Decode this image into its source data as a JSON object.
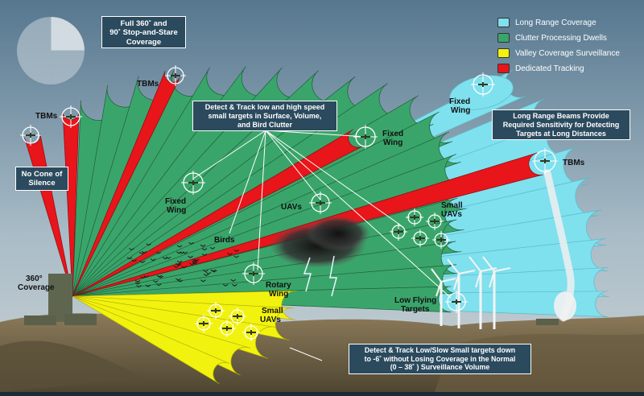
{
  "colors": {
    "long_range": "#7fe0ee",
    "clutter": "#3aa56a",
    "valley": "#f2f20f",
    "tracking": "#e8151b",
    "sky_top": "#6d8fa8",
    "sky_bottom": "#b9c7cf",
    "ground": "#7a6a4e",
    "box_bg": "#2b4a5e"
  },
  "legend": {
    "items": [
      {
        "label": "Long Range Coverage",
        "color": "#7fe0ee",
        "icon": "legend-swatch"
      },
      {
        "label": "Clutter Processing Dwells",
        "color": "#3aa56a",
        "icon": "legend-swatch"
      },
      {
        "label": "Valley Coverage Surveillance",
        "color": "#f2f20f",
        "icon": "legend-swatch"
      },
      {
        "label": "Dedicated Tracking",
        "color": "#e8151b",
        "icon": "legend-swatch"
      }
    ]
  },
  "boxes": {
    "coverage": [
      "Full 360˚ and",
      "90˚ Stop-and-Stare",
      "Coverage"
    ],
    "no_cone": [
      "No Cone of",
      "Silence"
    ],
    "detect_track": [
      "Detect & Track low and high speed",
      "small targets in Surface, Volume,",
      "and Bird Clutter"
    ],
    "long_range": [
      "Long Range Beams Provide",
      "Required Sensitivity for Detecting",
      "Targets at Long  Distances"
    ],
    "low_slow": [
      "Detect  & Track Low/Slow Small targets down",
      "to -6˚ without Losing Coverage in the Normal",
      "(0 – 38˚ ) Surveillance Volume"
    ]
  },
  "labels": {
    "tbms_left": "TBMs",
    "tbms_top": "TBMs",
    "tbms_right": "TBMs",
    "fixed_wing_upper_right": [
      "Fixed",
      "Wing"
    ],
    "fixed_wing_center": [
      "Fixed",
      "Wing"
    ],
    "fixed_wing_left": [
      "Fixed",
      "Wing"
    ],
    "uavs": "UAVs",
    "small_uavs_right": [
      "Small",
      "UAVs"
    ],
    "small_uavs_bottom": [
      "Small",
      "UAVs"
    ],
    "birds": "Birds",
    "rotary_wing": [
      "Rotary",
      "Wing"
    ],
    "coverage_360": [
      "360°",
      "Coverage"
    ],
    "low_flying": [
      "Low Flying",
      "Targets"
    ]
  }
}
